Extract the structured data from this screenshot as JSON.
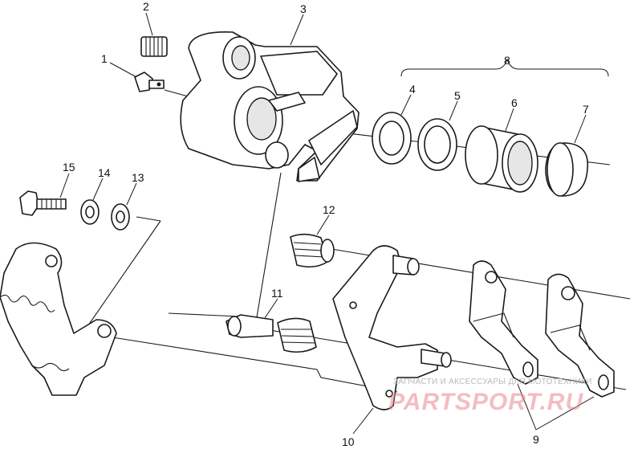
{
  "part_labels": {
    "p1": "1",
    "p2": "2",
    "p3": "3",
    "p4": "4",
    "p5": "5",
    "p6": "6",
    "p7": "7",
    "p8": "8",
    "p9": "9",
    "p10": "10",
    "p11": "11",
    "p12": "12",
    "p13": "13",
    "p14": "14",
    "p15": "15"
  },
  "watermark": {
    "caption": "ЗАПЧАСТИ И АКСЕССУАРЫ ДЛЯ МОТОТЕХНИКИ",
    "logo": "PARTSPORT.RU"
  },
  "colors": {
    "ink": "#1a1a1a",
    "watermark_logo": "#e8898f",
    "watermark_text": "#b9b9b9"
  }
}
